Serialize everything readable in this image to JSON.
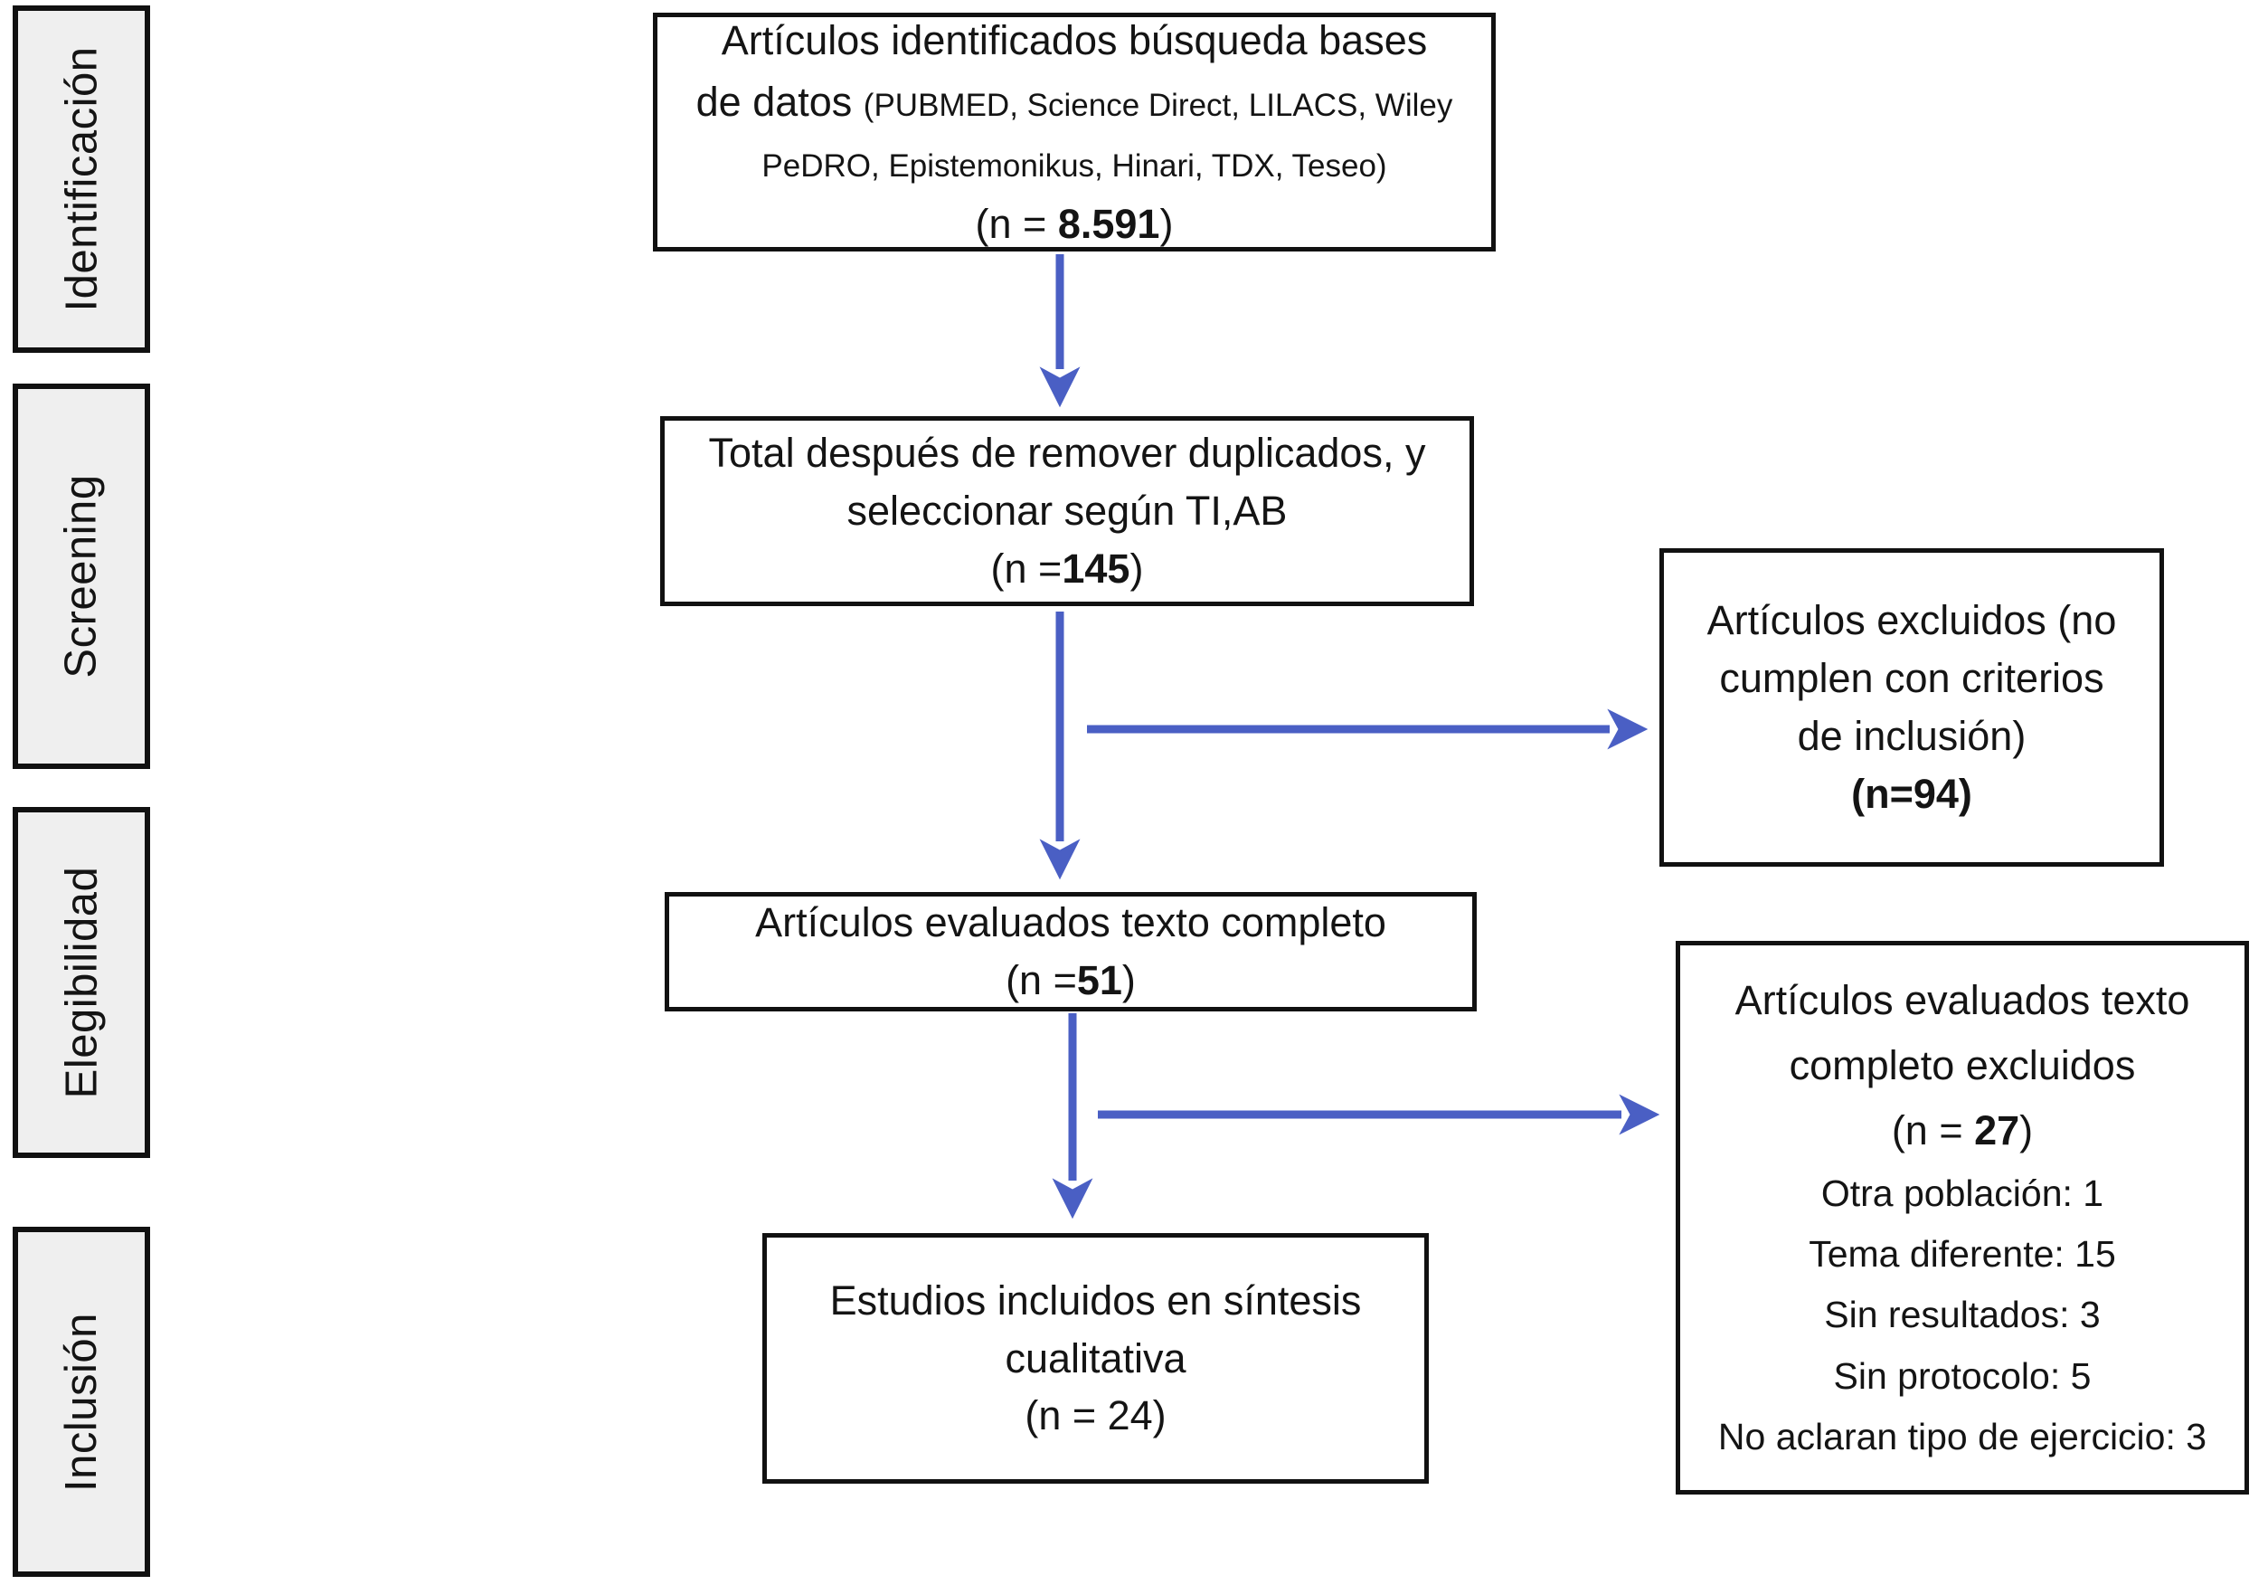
{
  "colors": {
    "arrow": "#4a5fc4",
    "box_border": "#111111",
    "stage_fill": "#efefef"
  },
  "stages": {
    "identification": "Identificación",
    "screening": "Screening",
    "eligibility": "Elegibilidad",
    "inclusion": "Inclusión"
  },
  "boxes": {
    "identified": {
      "line1": "Artículos identificados búsqueda bases",
      "line2_main": "de datos ",
      "line2_detail": "(PUBMED,  Science Direct, LILACS, Wiley",
      "line3_detail": "PeDRO, Epistemonikus, Hinari, TDX, Teseo)",
      "n_prefix": "(n = ",
      "n_value": "8.591",
      "n_suffix": ")"
    },
    "deduplicated": {
      "line1": "Total después de remover duplicados,  y",
      "line2": "seleccionar según TI,AB",
      "n_prefix": "(n =",
      "n_value": "145",
      "n_suffix": ")"
    },
    "excluded_screening": {
      "line1": "Artículos excluidos (no",
      "line2": "cumplen con criterios",
      "line3": "de inclusión)",
      "n_line": "(n=94)"
    },
    "fulltext": {
      "line1": "Artículos evaluados texto completo",
      "n_prefix": "(n =",
      "n_value": "51",
      "n_suffix": ")"
    },
    "excluded_fulltext": {
      "line1": "Artículos evaluados texto",
      "line2": "completo excluidos",
      "n_prefix": "(n = ",
      "n_value": "27",
      "n_suffix": ")",
      "reasons": [
        "Otra población: 1",
        "Tema diferente: 15",
        "Sin resultados: 3",
        "Sin protocolo: 5",
        "No aclaran tipo de ejercicio: 3"
      ]
    },
    "included": {
      "line1": "Estudios incluidos en síntesis",
      "line2": "cualitativa",
      "n_line": "(n = 24)"
    }
  }
}
